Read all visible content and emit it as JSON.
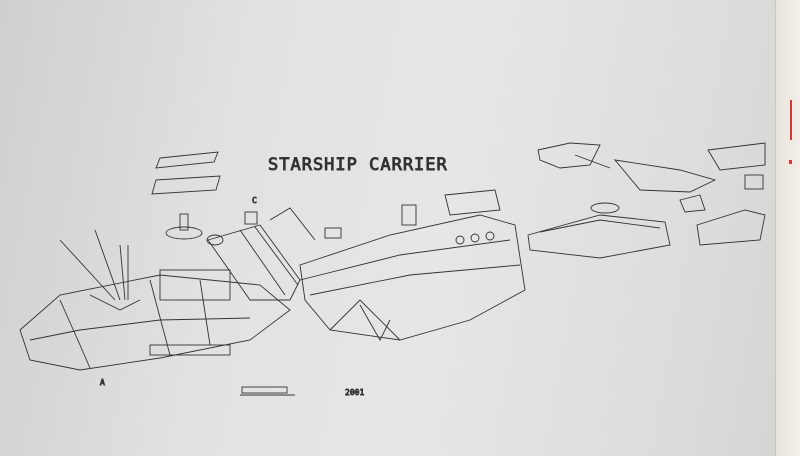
{
  "drawing": {
    "title": "STARSHIP CARRIER",
    "signature_year": "2001",
    "part_label_c": "C",
    "part_label_a": "A"
  },
  "colors": {
    "paper": "#e4e4e2",
    "ink": "#2e2e2e",
    "red_mark": "#d23a3a"
  }
}
